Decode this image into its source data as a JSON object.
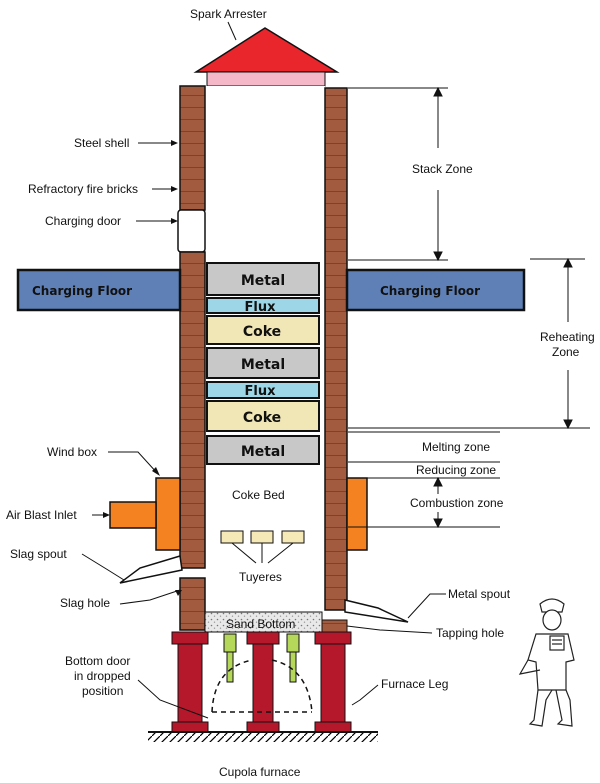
{
  "title": "Spark Arrester",
  "caption": "Cupola furnace",
  "labels": {
    "steel_shell": "Steel shell",
    "fire_bricks": "Refractory fire bricks",
    "charging_door": "Charging door",
    "charging_floor_left": "Charging Floor",
    "charging_floor_right": "Charging Floor",
    "stack_zone": "Stack Zone",
    "reheating_zone_1": "Reheating",
    "reheating_zone_2": "Zone",
    "melting_zone": "Melting zone",
    "reducing_zone": "Reducing zone",
    "combustion_zone": "Combustion zone",
    "wind_box": "Wind box",
    "air_blast_inlet": "Air Blast Inlet",
    "slag_spout": "Slag spout",
    "slag_hole": "Slag hole",
    "coke_bed": "Coke Bed",
    "tuyeres": "Tuyeres",
    "sand_bottom": "Sand Bottom",
    "metal_spout": "Metal spout",
    "tapping_hole": "Tapping hole",
    "bottom_door_1": "Bottom door",
    "bottom_door_2": "in dropped",
    "bottom_door_3": "position",
    "furnace_leg": "Furnace Leg"
  },
  "charge_layers": [
    "Metal",
    "Flux",
    "Coke",
    "Metal",
    "Flux",
    "Coke",
    "Metal"
  ],
  "colors": {
    "roof": "#e8262c",
    "roof_band": "#f4b8c8",
    "brick": "#a25b3f",
    "floor": "#5f80b7",
    "metal": "#c8c8c8",
    "flux": "#9dd6e6",
    "coke": "#f1e6b6",
    "wind_box": "#f58220",
    "leg": "#b5182b",
    "tuyere": "#f6e9b8",
    "green_pipe": "#b6d85a"
  }
}
